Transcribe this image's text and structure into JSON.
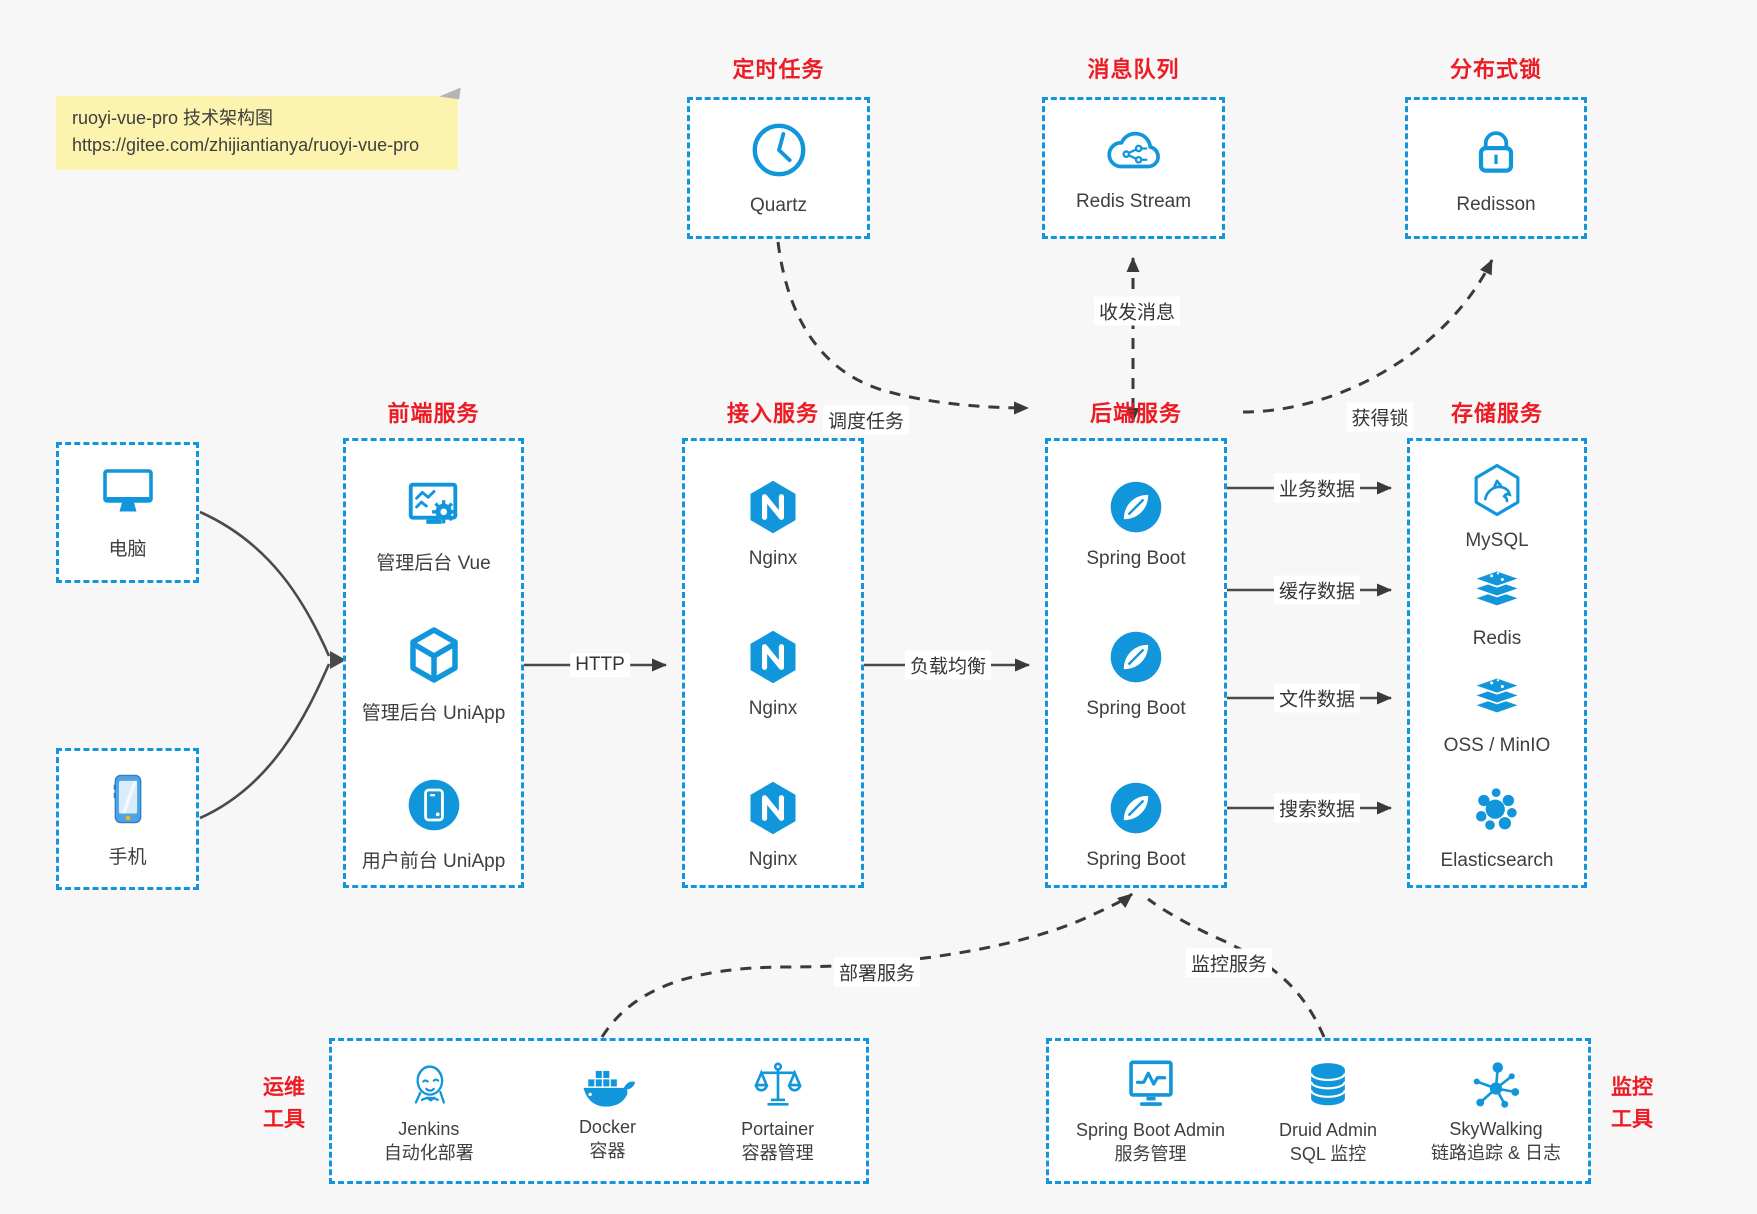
{
  "colors": {
    "accent_blue": "#1296db",
    "accent_red": "#ed1c24",
    "note_bg": "#fbf3ae"
  },
  "note": {
    "line1": "ruoyi-vue-pro 技术架构图",
    "line2": "https://gitee.com/zhijiantianya/ruoyi-vue-pro"
  },
  "top_groups": [
    {
      "title": "定时任务",
      "icon": "clock-icon",
      "label": "Quartz"
    },
    {
      "title": "消息队列",
      "icon": "cloud-stream-icon",
      "label": "Redis Stream"
    },
    {
      "title": "分布式锁",
      "icon": "lock-icon",
      "label": "Redisson"
    }
  ],
  "devices": [
    {
      "icon": "desktop-icon",
      "label": "电脑"
    },
    {
      "icon": "phone-icon",
      "label": "手机"
    }
  ],
  "columns": {
    "frontend": {
      "title": "前端服务",
      "items": [
        {
          "icon": "admin-vue-icon",
          "label": "管理后台 Vue"
        },
        {
          "icon": "uniapp-cube-icon",
          "label": "管理后台 UniApp"
        },
        {
          "icon": "uniapp-phone-icon",
          "label": "用户前台 UniApp"
        }
      ]
    },
    "gateway": {
      "title": "接入服务",
      "items": [
        {
          "icon": "nginx-icon",
          "label": "Nginx"
        },
        {
          "icon": "nginx-icon",
          "label": "Nginx"
        },
        {
          "icon": "nginx-icon",
          "label": "Nginx"
        }
      ]
    },
    "backend": {
      "title": "后端服务",
      "items": [
        {
          "icon": "spring-boot-icon",
          "label": "Spring Boot"
        },
        {
          "icon": "spring-boot-icon",
          "label": "Spring Boot"
        },
        {
          "icon": "spring-boot-icon",
          "label": "Spring Boot"
        }
      ]
    },
    "storage": {
      "title": "存储服务",
      "items": [
        {
          "icon": "mysql-icon",
          "label": "MySQL"
        },
        {
          "icon": "redis-stack-icon",
          "label": "Redis"
        },
        {
          "icon": "oss-stack-icon",
          "label": "OSS / MinIO"
        },
        {
          "icon": "elasticsearch-icon",
          "label": "Elasticsearch"
        }
      ]
    }
  },
  "bottom_groups": {
    "ops": {
      "side_label": [
        "运维",
        "工具"
      ],
      "items": [
        {
          "icon": "jenkins-icon",
          "label": "Jenkins",
          "sublabel": "自动化部署"
        },
        {
          "icon": "docker-icon",
          "label": "Docker",
          "sublabel": "容器"
        },
        {
          "icon": "portainer-icon",
          "label": "Portainer",
          "sublabel": "容器管理"
        }
      ]
    },
    "monitor": {
      "side_label": [
        "监控",
        "工具"
      ],
      "items": [
        {
          "icon": "spring-boot-admin-icon",
          "label": "Spring Boot Admin",
          "sublabel": "服务管理"
        },
        {
          "icon": "druid-db-icon",
          "label": "Druid Admin",
          "sublabel": "SQL 监控"
        },
        {
          "icon": "skywalking-icon",
          "label": "SkyWalking",
          "sublabel": "链路追踪 & 日志"
        }
      ]
    }
  },
  "edges": {
    "http": "HTTP",
    "load_balance": "负载均衡",
    "schedule": "调度任务",
    "message": "收发消息",
    "lock": "获得锁",
    "business_data": "业务数据",
    "cache_data": "缓存数据",
    "file_data": "文件数据",
    "search_data": "搜索数据",
    "deploy": "部署服务",
    "monitor": "监控服务"
  }
}
